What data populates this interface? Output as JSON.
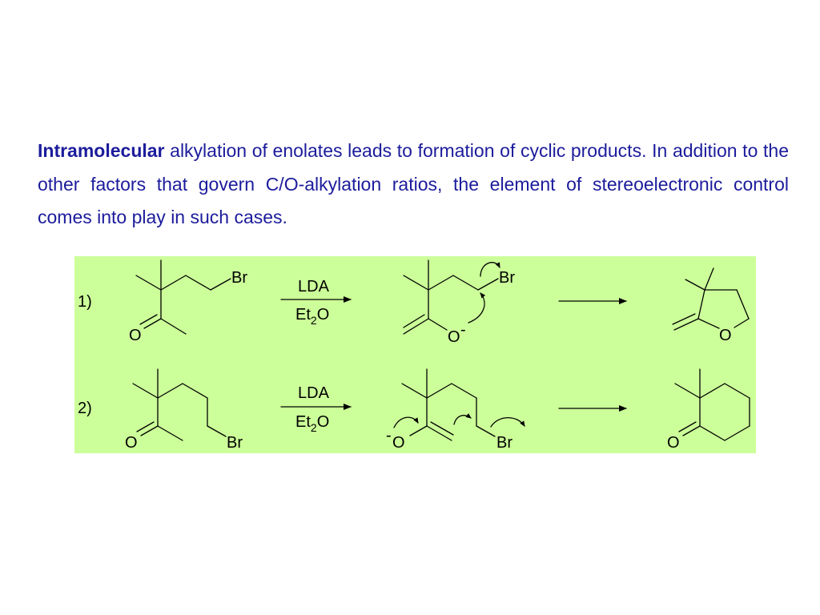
{
  "paragraph": {
    "bold_lead": "Intramolecular",
    "line1_rest": " alkylation of enolates leads to formation of cyclic products.",
    "line2": "In addition to the other factors that govern C/O-alkylation ratios, the",
    "line3": "element of stereoelectronic control comes into play in such cases."
  },
  "reactions": [
    {
      "number": "1)",
      "reagent": "LDA",
      "solvent_main": "Et",
      "solvent_sub": "2",
      "solvent_tail": "O",
      "start_labels": {
        "o": "O",
        "br": "Br"
      },
      "intermediate_labels": {
        "o": "O",
        "charge": "-",
        "br": "Br"
      },
      "product_labels": {
        "o": "O"
      }
    },
    {
      "number": "2)",
      "reagent": "LDA",
      "solvent_main": "Et",
      "solvent_sub": "2",
      "solvent_tail": "O",
      "start_labels": {
        "o": "O",
        "br": "Br"
      },
      "intermediate_labels": {
        "o": "O",
        "charge": "-",
        "br": "Br"
      },
      "product_labels": {
        "o": "O"
      }
    }
  ],
  "colors": {
    "text": "#1c1c9c",
    "panel": "#ccff99"
  }
}
